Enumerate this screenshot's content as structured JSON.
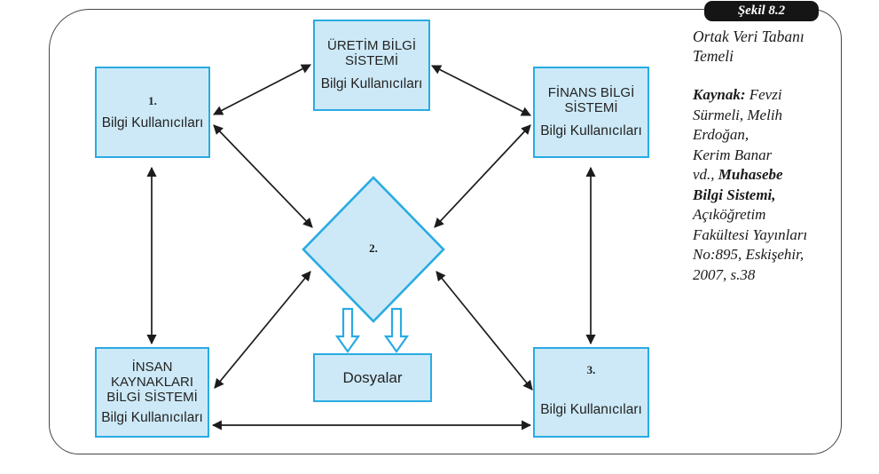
{
  "badge": {
    "label": "Şekil 8.2"
  },
  "sidebar": {
    "caption_lines": [
      "Ortak Veri Tabanı",
      "Temeli"
    ],
    "source_lines": [
      [
        {
          "b": 1,
          "t": "Kaynak:"
        },
        {
          "b": 0,
          "t": " Fevzi"
        }
      ],
      [
        {
          "b": 0,
          "t": "Sürmeli, Melih"
        }
      ],
      [
        {
          "b": 0,
          "t": "Erdoğan,"
        }
      ],
      [
        {
          "b": 0,
          "t": "Kerim Banar"
        }
      ],
      [
        {
          "b": 0,
          "t": "vd., "
        },
        {
          "b": 1,
          "t": "Muhasebe"
        }
      ],
      [
        {
          "b": 1,
          "t": "Bilgi Sistemi,"
        }
      ],
      [
        {
          "b": 0,
          "t": "Açıköğretim"
        }
      ],
      [
        {
          "b": 0,
          "t": "Fakültesi Yayınları"
        }
      ],
      [
        {
          "b": 0,
          "t": "No:895, Eskişehir,"
        }
      ],
      [
        {
          "b": 0,
          "t": "2007, s.38"
        }
      ]
    ]
  },
  "nodes": {
    "box1": {
      "number": "1.",
      "subtitle": "Bilgi Kullanıcıları"
    },
    "uretim": {
      "title": "ÜRETİM BİLGİ SİSTEMİ",
      "subtitle": "Bilgi Kullanıcıları"
    },
    "finans": {
      "title": "FİNANS BİLGİ SİSTEMİ",
      "subtitle": "Bilgi Kullanıcıları"
    },
    "diamond": {
      "number": "2."
    },
    "dosyalar": {
      "label": "Dosyalar"
    },
    "insan": {
      "title": "İNSAN KAYNAKLARI BİLGİ SİSTEMİ",
      "subtitle": "Bilgi Kullanıcıları"
    },
    "box3": {
      "number": "3.",
      "subtitle": "Bilgi Kullanıcıları"
    }
  },
  "colors": {
    "node_fill": "#cde9f7",
    "node_border": "#29abe2",
    "arrow": "#1c1c1c",
    "badge_bg": "#151515",
    "badge_text": "#ffffff"
  }
}
